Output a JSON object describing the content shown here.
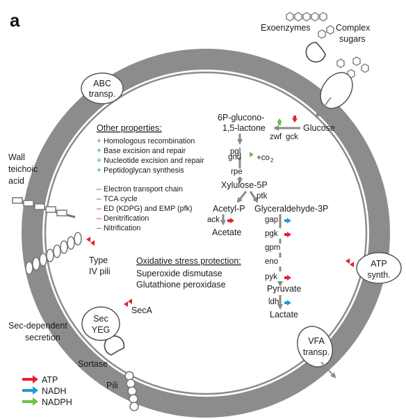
{
  "panel_label": "a",
  "outside": {
    "exoenzymes": "Exoenzymes",
    "complex_sugars": [
      "Complex",
      "sugars"
    ],
    "wall_teichoic_acid": [
      "Wall",
      "teichoic",
      "acid"
    ],
    "sec_dependent_secretion": [
      "Sec-dependent",
      "secretion"
    ],
    "sortase": "Sortase",
    "pili": "Pili",
    "type_iv_pili": [
      "Type",
      "IV pili"
    ],
    "seca": "SecA"
  },
  "transporters": {
    "abc": [
      "ABC",
      "transp."
    ],
    "sec_yeg": [
      "Sec",
      "YEG"
    ],
    "atp_synth": [
      "ATP",
      "synth."
    ],
    "vfa": [
      "VFA",
      "transp."
    ]
  },
  "other_properties": {
    "title": "Other properties:",
    "present": [
      "Homologous recombination",
      "Base excision and repair",
      "Nucleotide excision and repair",
      "Peptidoglycan synthesis"
    ],
    "absent": [
      "Electron transport chain",
      "TCA cycle",
      "ED (KDPG) and EMP (pfk)",
      "Denitrification",
      "Nitrification"
    ]
  },
  "oxidative": {
    "title": "Oxidative stress protection:",
    "items": [
      "Superoxide dismutase",
      "Glutathione peroxidase"
    ]
  },
  "pathway": {
    "glucose": "Glucose",
    "gluconolactone": [
      "6P-glucono-",
      "1,5-lactone"
    ],
    "zwf": "zwf",
    "gck": "gck",
    "pgl": "pgl",
    "gnd": "gnd",
    "co2": "+co",
    "co2_sub": "2",
    "rpe": "rpe",
    "xylulose": "Xylulose-5P",
    "ptk": "ptk",
    "acetyl_p": "Acetyl-P",
    "ack": "ack",
    "acetate": "Acetate",
    "g3p": "Glyceraldehyde-3P",
    "gap": "gap",
    "pgk": "pgk",
    "gpm": "gpm",
    "eno": "eno",
    "pyk": "pyk",
    "pyruvate": "Pyruvate",
    "ldh": "ldh",
    "lactate": "Lactate"
  },
  "legend": [
    {
      "label": "ATP",
      "color": "#e8202a"
    },
    {
      "label": "NADH",
      "color": "#1f9ad6"
    },
    {
      "label": "NADPH",
      "color": "#6cc04a"
    }
  ],
  "colors": {
    "membrane": "#8c8c8c",
    "flow_arrow": "#8a8a8a",
    "plus_sign": "#3ca23c",
    "minus_sign": "#d42020"
  }
}
